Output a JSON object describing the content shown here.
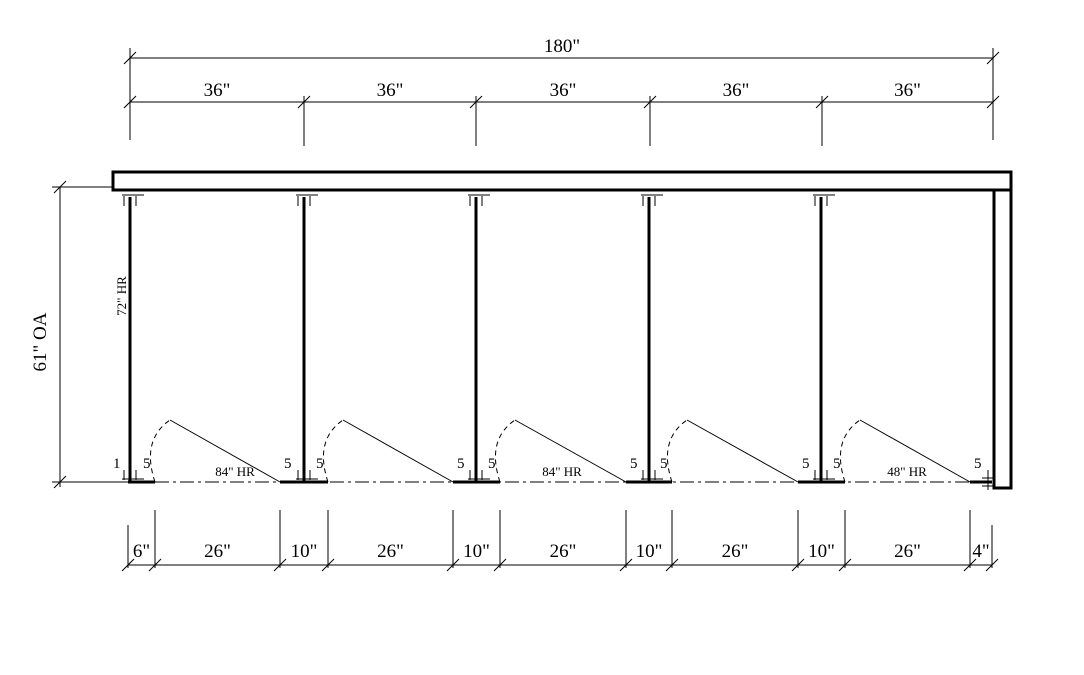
{
  "overall_width": "180\"",
  "top_dims": [
    "36\"",
    "36\"",
    "36\"",
    "36\"",
    "36\""
  ],
  "bottom_dims": [
    "6\"",
    "26\"",
    "10\"",
    "26\"",
    "10\"",
    "26\"",
    "10\"",
    "26\"",
    "10\"",
    "26\"",
    "4\""
  ],
  "overall_depth": "61\" OA",
  "panel_label": "72\" HR",
  "door_labels": [
    "84\" HR",
    "84\" HR",
    "48\" HR"
  ],
  "end_label": "1",
  "hinge_label": "5"
}
